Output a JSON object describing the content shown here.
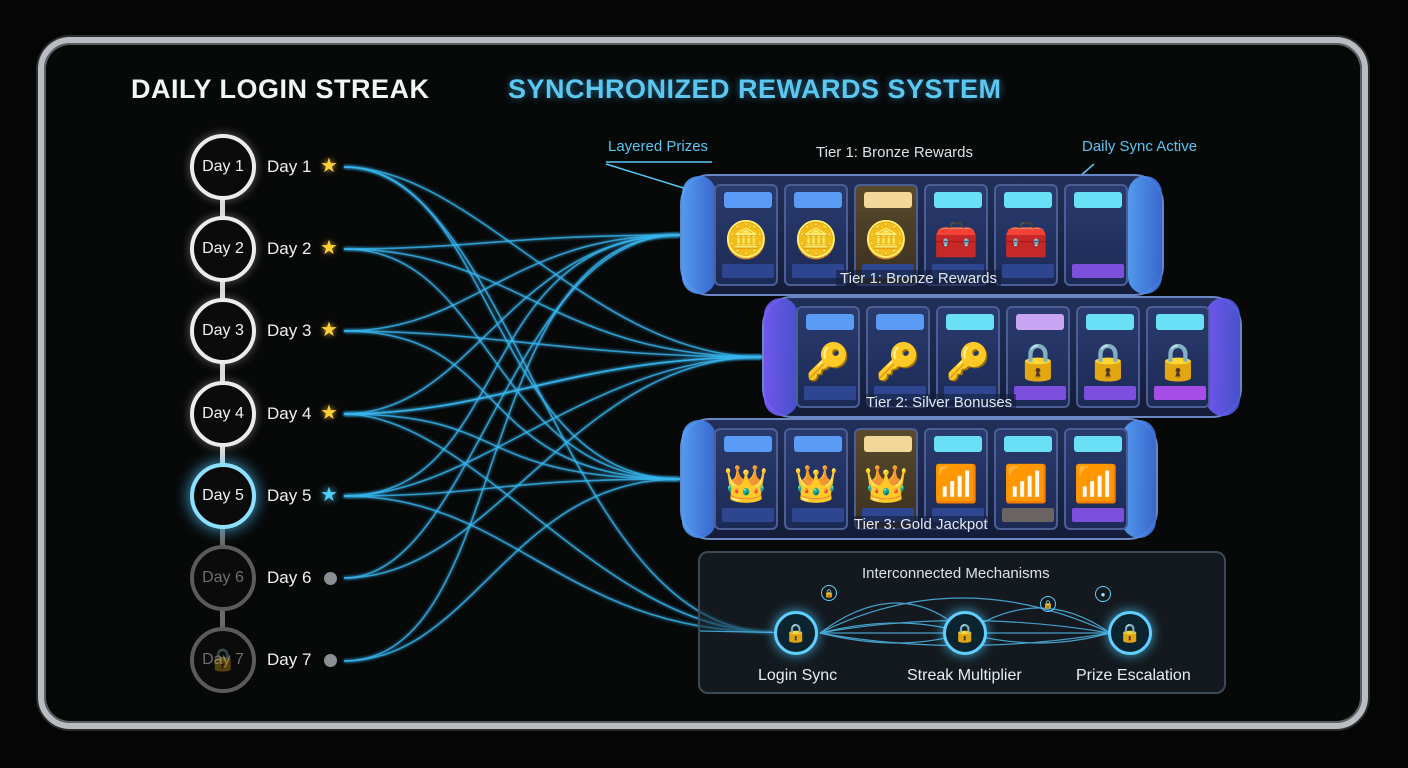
{
  "titles": {
    "left": "DAILY LOGIN STREAK",
    "right": "SYNCHRONIZED REWARDS SYSTEM"
  },
  "days": [
    {
      "circle": "Day 1",
      "label": "Day 1",
      "marker": "star",
      "state": "complete"
    },
    {
      "circle": "Day 2",
      "label": "Day 2",
      "marker": "star",
      "state": "complete"
    },
    {
      "circle": "Day 3",
      "label": "Day 3",
      "marker": "star",
      "state": "complete"
    },
    {
      "circle": "Day 4",
      "label": "Day 4",
      "marker": "star",
      "state": "complete"
    },
    {
      "circle": "Day 5",
      "label": "Day 5",
      "marker": "star-blue",
      "state": "active"
    },
    {
      "circle": "Day 6",
      "label": "Day 6",
      "marker": "dot",
      "state": "locked"
    },
    {
      "circle": "Day 7",
      "label": "Day 7",
      "marker": "dot",
      "state": "locked"
    }
  ],
  "callouts": {
    "layered": "Layered Prizes",
    "tier_header": "Tier 1: Bronze Rewards",
    "sync": "Daily Sync Active"
  },
  "reels": [
    {
      "label": "Tier 1: Bronze Rewards",
      "cells": [
        {
          "top": "blue",
          "icon": "🪙",
          "icon_name": "coin-stack-icon",
          "bottom": "blue"
        },
        {
          "top": "blue",
          "icon": "🪙",
          "icon_name": "coin-stack-icon",
          "bottom": "blue"
        },
        {
          "top": "sand",
          "icon": "🪙",
          "icon_name": "coin-stack-icon",
          "bottom": "blue",
          "highlight": true
        },
        {
          "top": "cyan",
          "icon": "🧰",
          "icon_name": "treasure-chest-icon",
          "bottom": "blue"
        },
        {
          "top": "cyan",
          "icon": "🧰",
          "icon_name": "treasure-chest-icon",
          "bottom": "blue"
        },
        {
          "top": "cyan",
          "icon": "",
          "icon_name": "empty-slot",
          "bottom": "violet"
        }
      ]
    },
    {
      "label": "Tier 2: Silver Bonuses",
      "cells": [
        {
          "top": "blue",
          "icon": "🔑",
          "icon_name": "key-icon",
          "bottom": "blue"
        },
        {
          "top": "blue",
          "icon": "🔑",
          "icon_name": "key-icon",
          "bottom": "blue"
        },
        {
          "top": "cyan",
          "icon": "🔑",
          "icon_name": "key-icon",
          "bottom": "blue"
        },
        {
          "top": "lilac",
          "icon": "🔒",
          "icon_name": "padlock-icon",
          "bottom": "violet"
        },
        {
          "top": "cyan",
          "icon": "🔒",
          "icon_name": "padlock-icon",
          "bottom": "violet"
        },
        {
          "top": "cyan",
          "icon": "🔒",
          "icon_name": "padlock-icon",
          "bottom": "magenta"
        }
      ]
    },
    {
      "label": "Tier 3: Gold Jackpot",
      "cells": [
        {
          "top": "blue",
          "icon": "👑",
          "icon_name": "crown-icon",
          "bottom": "blue"
        },
        {
          "top": "blue",
          "icon": "👑",
          "icon_name": "crown-icon",
          "bottom": "blue"
        },
        {
          "top": "sand",
          "icon": "👑",
          "icon_name": "crown-icon",
          "bottom": "blue",
          "highlight": true
        },
        {
          "top": "cyan",
          "icon": "📶",
          "icon_name": "bar-graph-icon",
          "bottom": "blue"
        },
        {
          "top": "cyan",
          "icon": "📶",
          "icon_name": "bar-graph-icon",
          "bottom": "taupe"
        },
        {
          "top": "cyan",
          "icon": "📶",
          "icon_name": "bar-graph-icon",
          "bottom": "violet"
        }
      ]
    }
  ],
  "mechanisms": {
    "title": "Interconnected Mechanisms",
    "nodes": [
      {
        "label": "Login Sync",
        "icon": "🔒"
      },
      {
        "label": "Streak Multiplier",
        "icon": "🔒"
      },
      {
        "label": "Prize Escalation",
        "icon": "🔒"
      }
    ]
  },
  "colors": {
    "accent_cyan": "#5cc7ef",
    "wire": "#39b6f0",
    "star_gold": "#ffd03a",
    "frame": "#b9bcc0"
  }
}
